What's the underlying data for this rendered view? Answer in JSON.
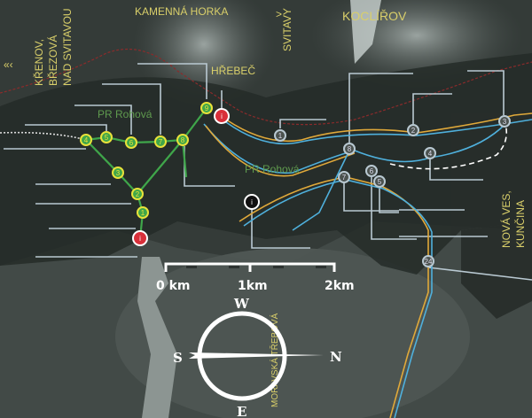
{
  "places": {
    "kamenna_horka": "KAMENNÁ HORKA",
    "kocl": "KOCLÍŘOV",
    "hrebec": "HŘEBEČ",
    "svitavy": "SVITAVY",
    "krenov": "KŘENOV,",
    "brezova": "BŘEZOVÁ",
    "nad_svitavou": "NAD SVITAVOU",
    "pr_rohova_1": "PR Rohová",
    "pr_rohova_2": "PR Rohová",
    "nova_ves": "NOVÁ VES,",
    "kuncina": "KUNČINA",
    "moravska": "MORAVSKÁ TŘEBOVÁ"
  },
  "scale_bar": {
    "zero": "0 km",
    "one": "1km",
    "two": "2km"
  },
  "compass": {
    "w": "W",
    "s": "S",
    "n": "N",
    "e": "E"
  },
  "green_stops": [
    "1",
    "2",
    "3",
    "4",
    "5",
    "6",
    "7",
    "8",
    "9"
  ],
  "grey_stops": [
    "1",
    "2",
    "3",
    "4",
    "5",
    "6",
    "7",
    "8",
    "24"
  ],
  "info_marker": "i",
  "colors": {
    "green_trail": "#3fa64a",
    "stop_fill": "#e8e23a",
    "blue_route": "#4fb0dc",
    "orange_route": "#e0a93a",
    "red_border": "#8b2b2b",
    "info_red": "#d8303a"
  }
}
